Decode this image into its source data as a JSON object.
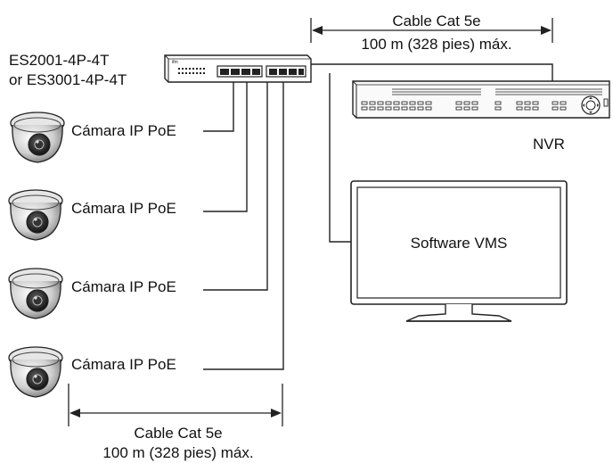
{
  "switch": {
    "model_line1": "ES2001-4P-4T",
    "model_line2": "or ES3001-4P-4T",
    "brand_text": "ifm"
  },
  "top_cable": {
    "line1": "Cable Cat 5e",
    "line2": "100 m (328 pies) máx."
  },
  "bottom_cable": {
    "line1": "Cable Cat 5e",
    "line2": "100 m (328 pies) máx."
  },
  "nvr": {
    "label": "NVR"
  },
  "monitor": {
    "screen_text": "Software VMS"
  },
  "cameras": [
    {
      "label": "Cámara IP PoE"
    },
    {
      "label": "Cámara IP PoE"
    },
    {
      "label": "Cámara IP PoE"
    },
    {
      "label": "Cámara IP PoE"
    }
  ],
  "colors": {
    "line": "#222222",
    "device_fill": "#f2f2f2",
    "screen_fill": "#ffffff"
  }
}
